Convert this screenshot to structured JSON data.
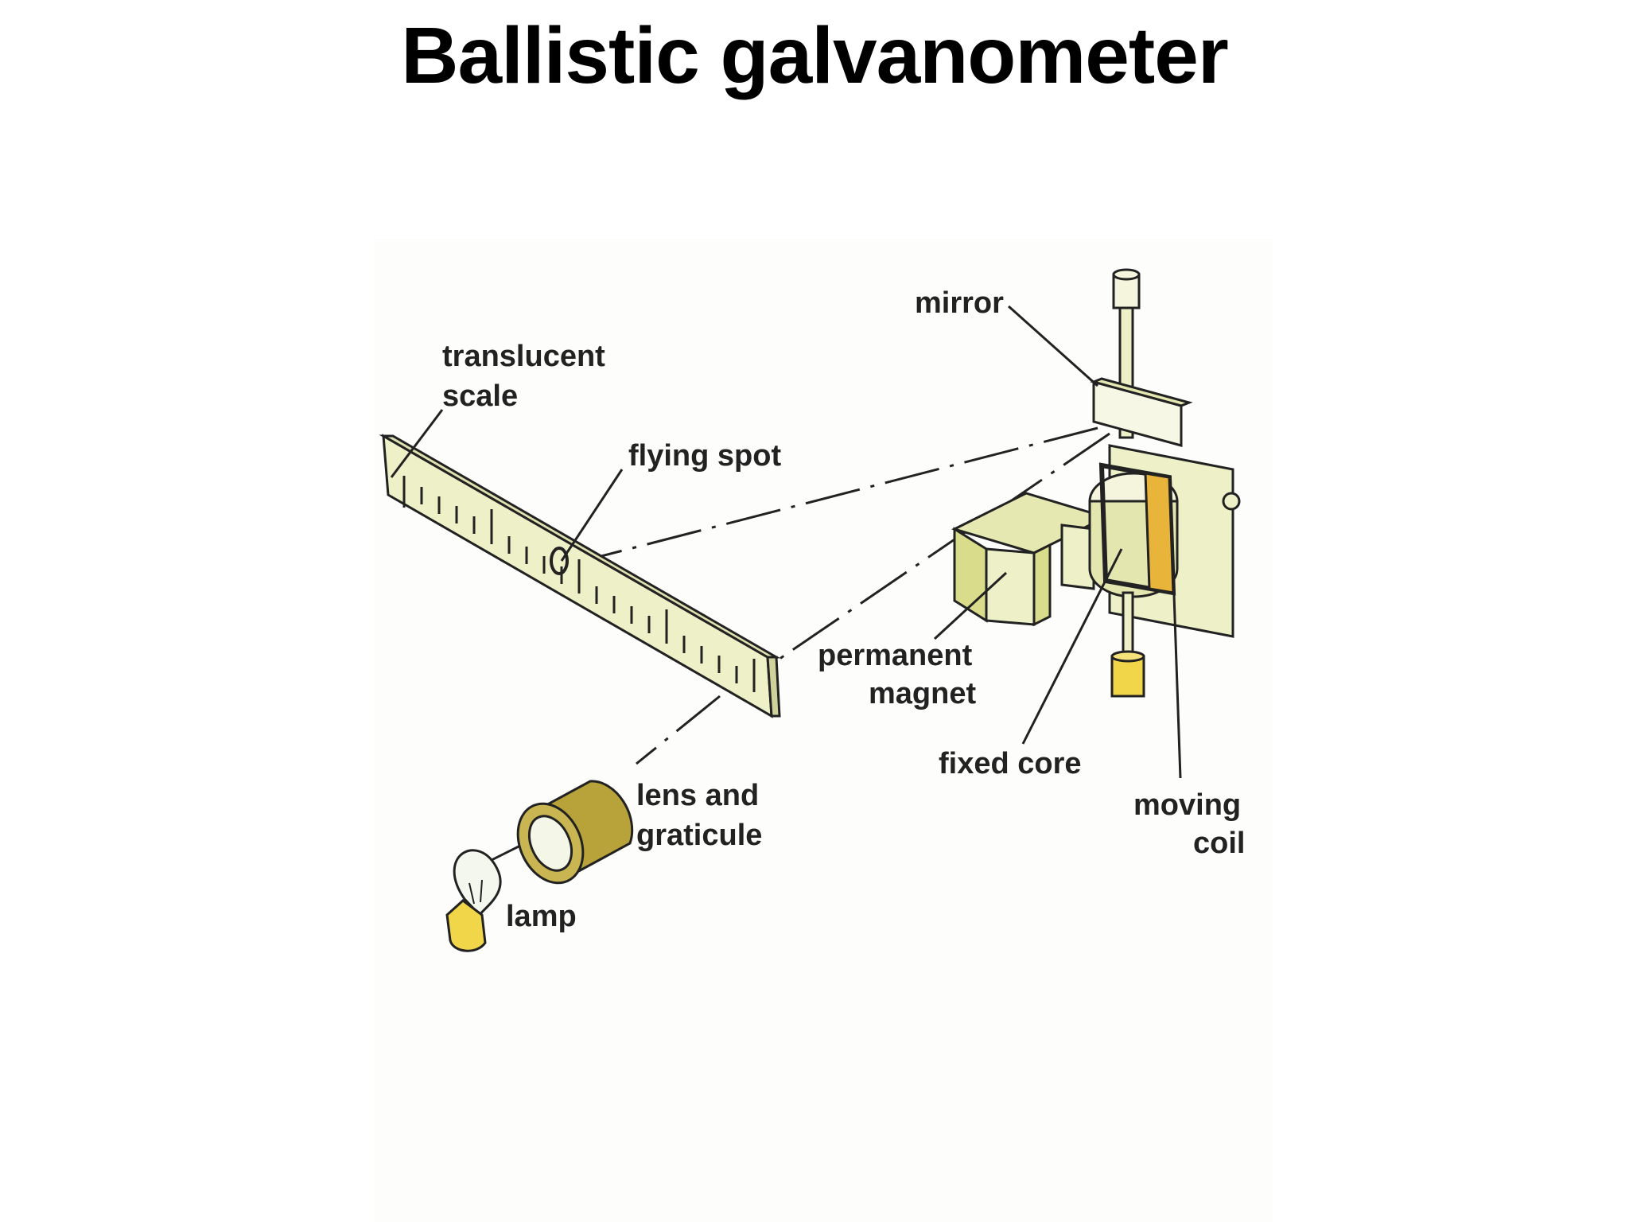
{
  "slide": {
    "title": "Ballistic galvanometer"
  },
  "diagram": {
    "labels": {
      "mirror": "mirror",
      "translucent_scale_1": "translucent",
      "translucent_scale_2": "scale",
      "flying_spot": "flying spot",
      "permanent_magnet_1": "permanent",
      "permanent_magnet_2": "magnet",
      "fixed_core": "fixed core",
      "moving_coil_1": "moving",
      "moving_coil_2": "coil",
      "lens_and_graticule_1": "lens and",
      "lens_and_graticule_2": "graticule",
      "lamp": "lamp"
    },
    "colors": {
      "component_fill": "#eef0c8",
      "magnet_fill": "#d9dc8a",
      "lens_fill": "#b8a33a",
      "coil_fill": "#e8b43a",
      "bulb_base": "#f2d64a",
      "outline": "#222222"
    }
  }
}
